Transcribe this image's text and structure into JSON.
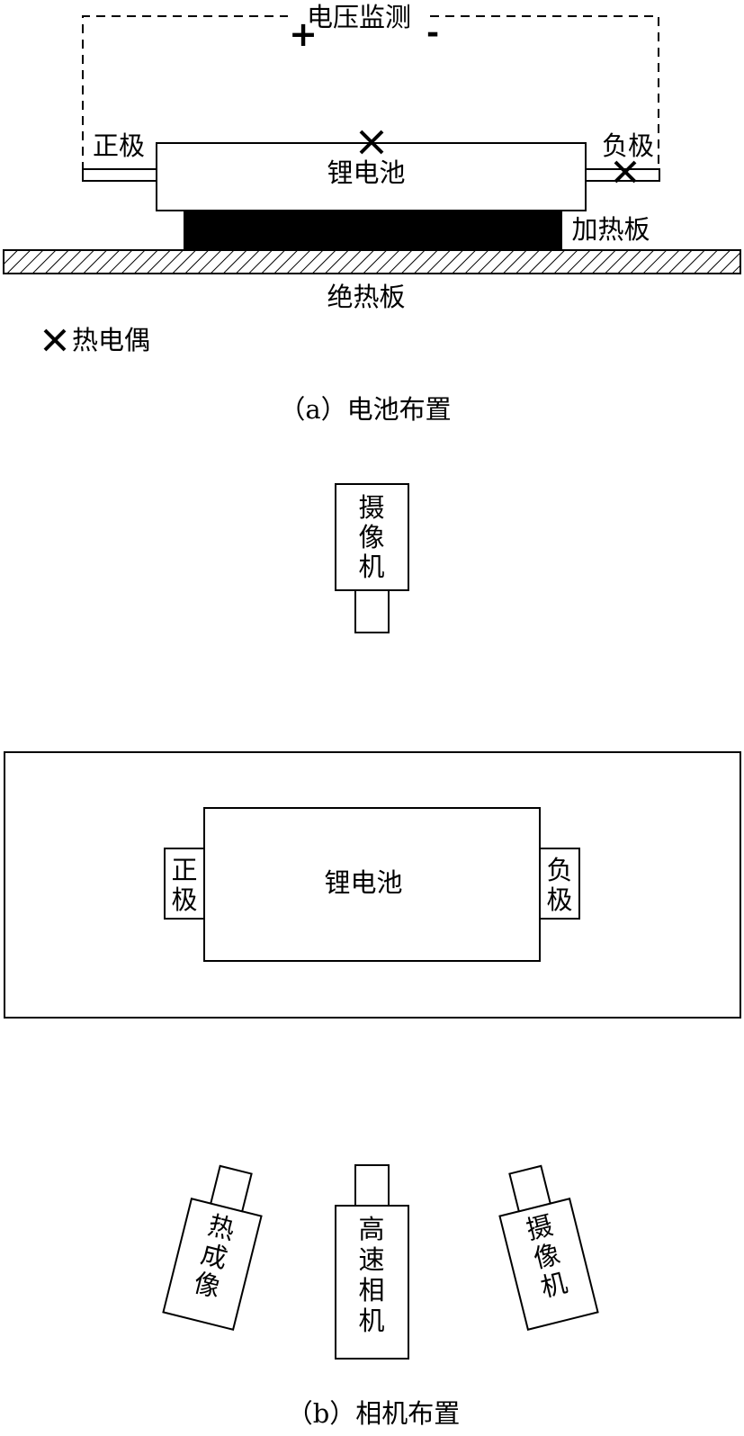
{
  "panel_a": {
    "voltage_monitor": "电压监测",
    "plus_sign": "+",
    "minus_sign": "-",
    "positive_terminal": "正极",
    "negative_terminal": "负极",
    "battery": "锂电池",
    "heating_plate": "加热板",
    "insulation_board": "绝热板",
    "legend_thermocouple": "热电偶",
    "caption": "（a）电池布置"
  },
  "panel_b": {
    "top_camera": [
      "摄",
      "像",
      "机"
    ],
    "battery": "锂电池",
    "positive_terminal": [
      "正",
      "极"
    ],
    "negative_terminal": [
      "负",
      "极"
    ],
    "thermal_imager": [
      "热",
      "成",
      "像"
    ],
    "high_speed_camera": [
      "高",
      "速",
      "相",
      "机"
    ],
    "right_camera": [
      "摄",
      "像",
      "机"
    ],
    "caption": "（b）相机布置"
  },
  "colors": {
    "line": "#000000",
    "background": "#ffffff",
    "heating_plate_fill": "#000000"
  }
}
